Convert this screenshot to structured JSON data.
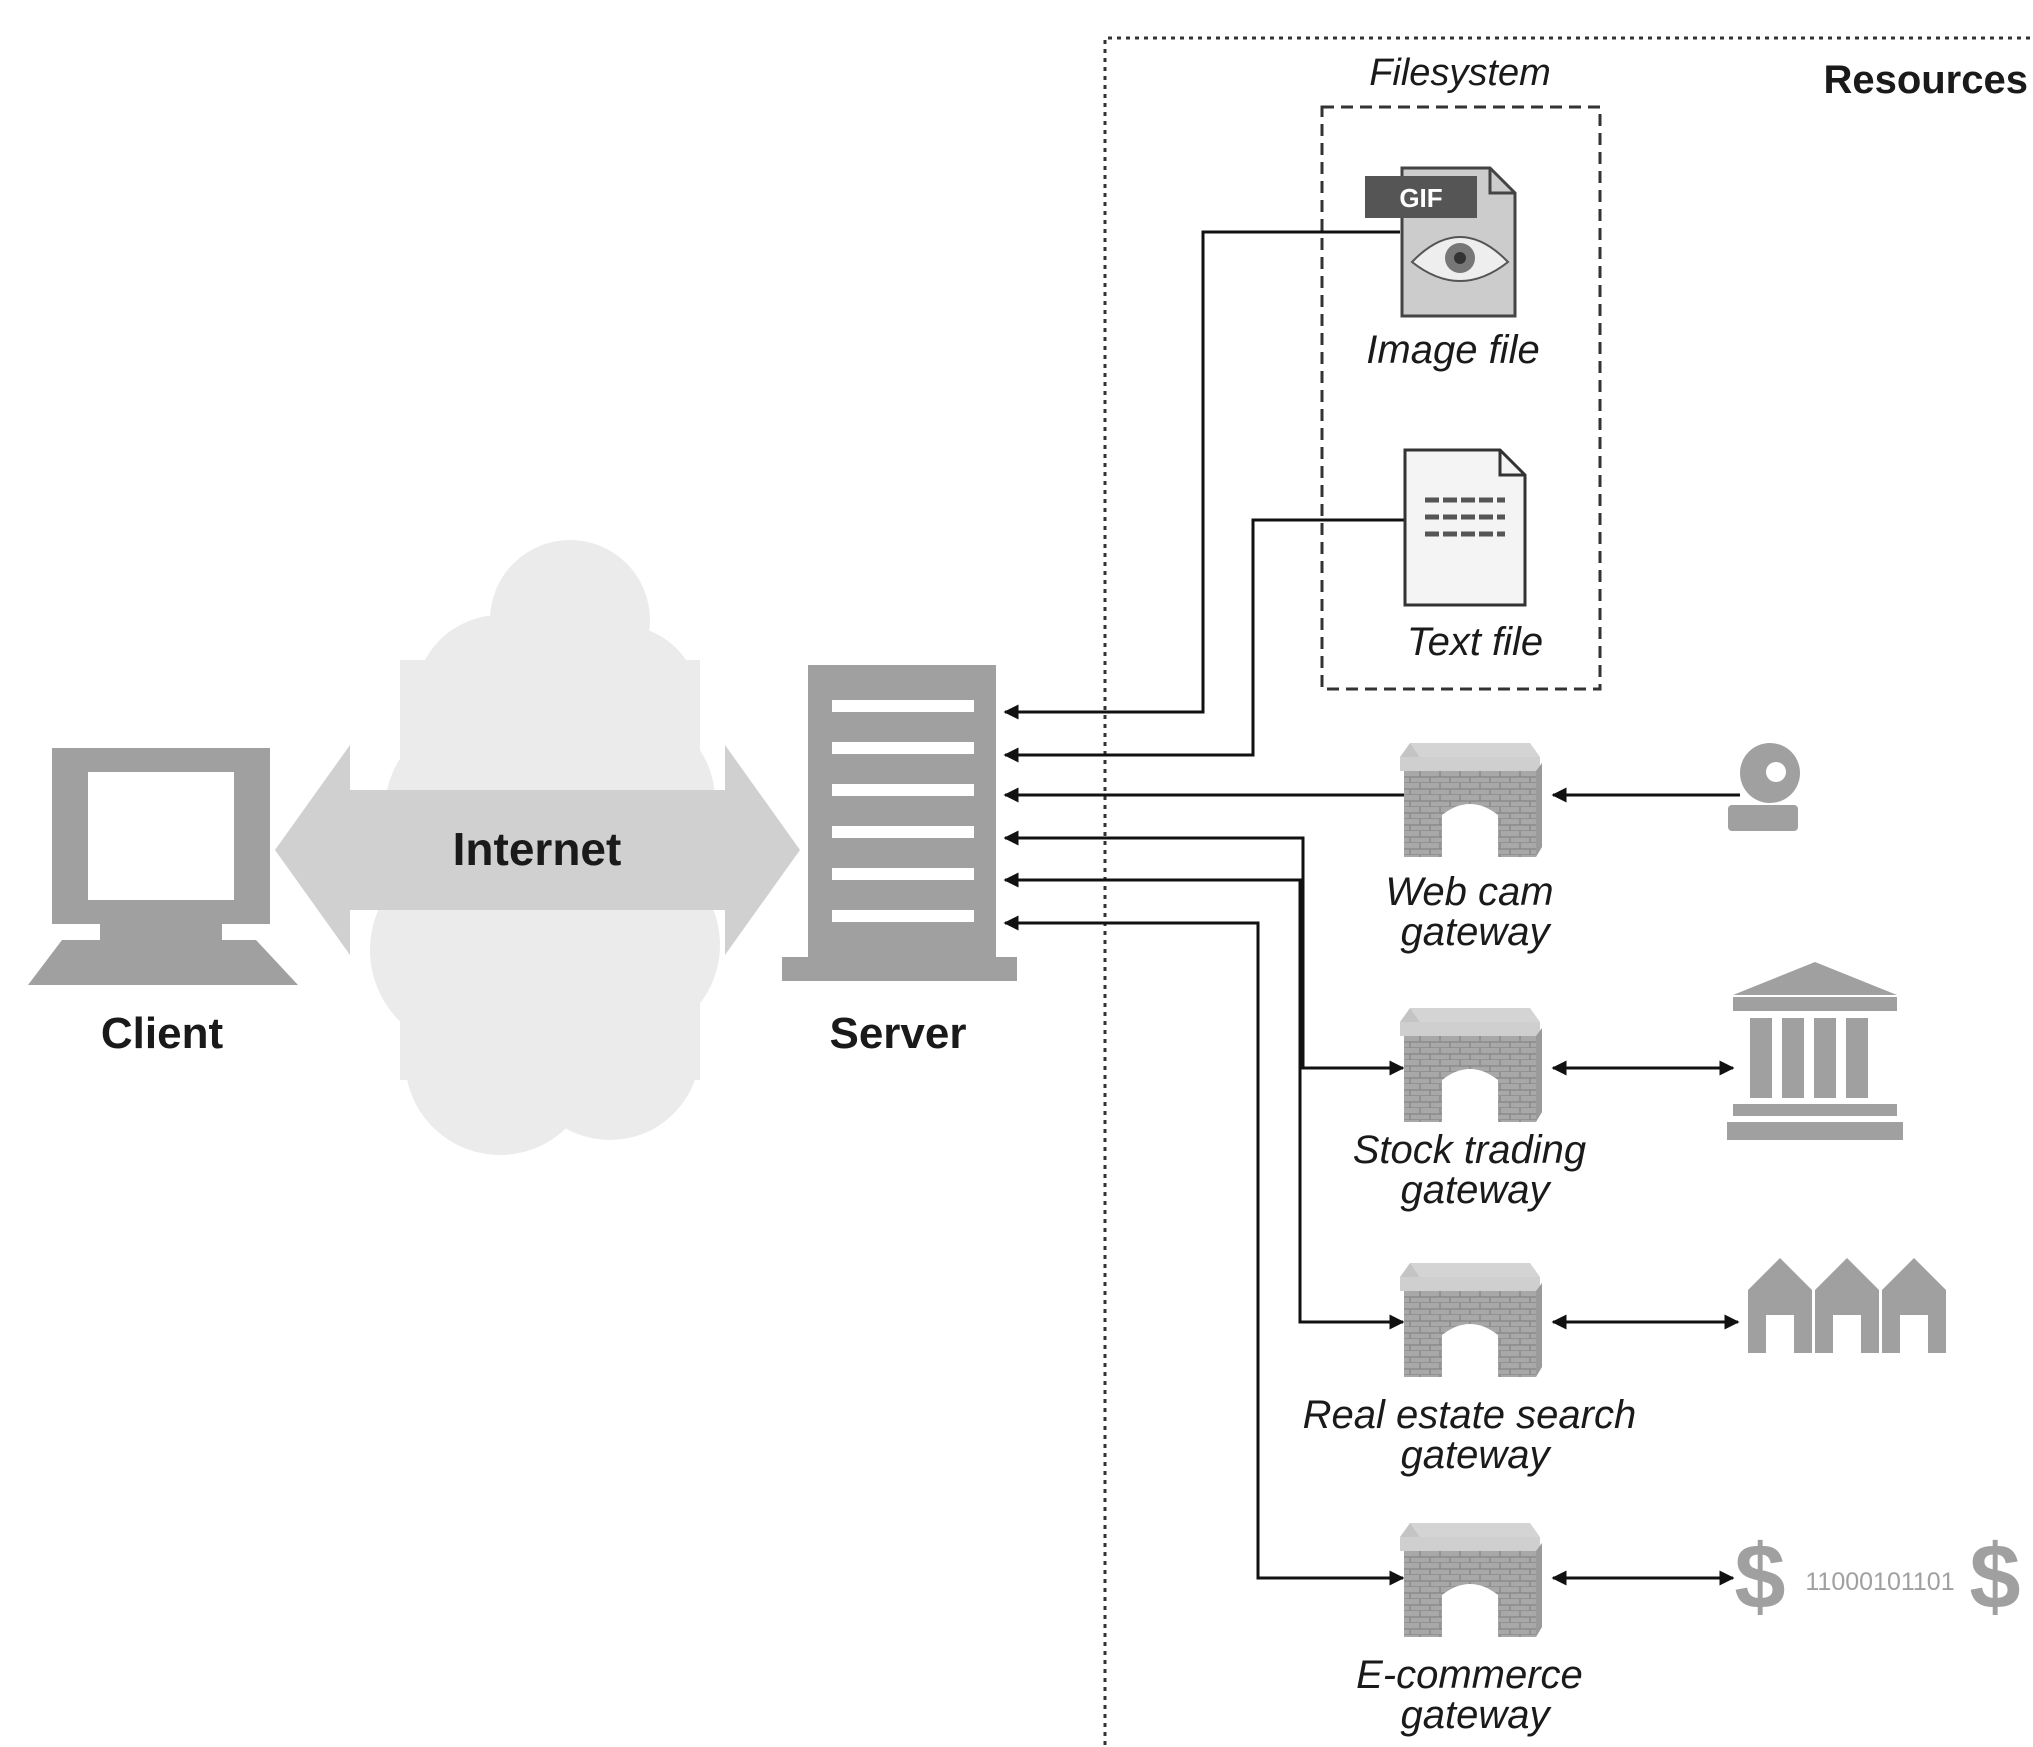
{
  "labels": {
    "client": "Client",
    "internet": "Internet",
    "server": "Server",
    "resources": "Resources",
    "filesystem": "Filesystem",
    "gif_tag": "GIF",
    "image_file": "Image file",
    "text_file": "Text file",
    "webcam_gateway": [
      "Web cam",
      "gateway"
    ],
    "stock_gateway": [
      "Stock trading",
      "gateway"
    ],
    "realestate_gateway": [
      "Real estate search",
      "gateway"
    ],
    "ecommerce_gateway": [
      "E-commerce",
      "gateway"
    ],
    "ecommerce_binary": "11000101101"
  },
  "icons": [
    "monitor-icon",
    "cloud-icon",
    "server-rack-icon",
    "gif-image-file-icon",
    "text-file-icon",
    "gateway-arch-icon",
    "webcam-icon",
    "bank-building-icon",
    "houses-icon",
    "dollar-sign-icon"
  ],
  "colors": {
    "icon_gray": "#a0a0a0",
    "light_gray": "#e6e6e6",
    "wire": "#111111"
  }
}
